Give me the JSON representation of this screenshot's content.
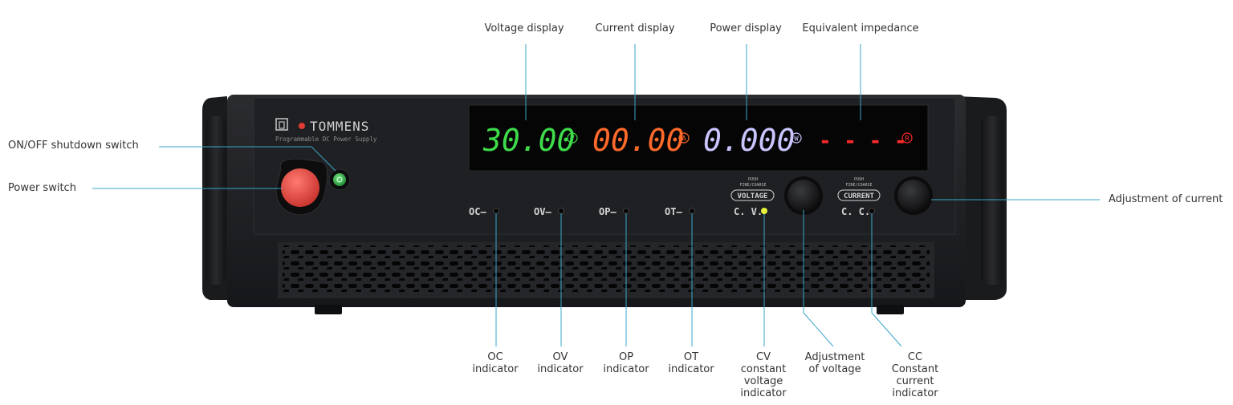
{
  "brand": {
    "name": "TOMMENS",
    "tagline": "Programmable DC Power Supply"
  },
  "displays": {
    "voltage": {
      "value": "30.00",
      "unit_symbol": "V",
      "color": "#3fdc4a"
    },
    "current": {
      "value": "00.00",
      "unit_symbol": "A",
      "color": "#ff6a2a"
    },
    "power": {
      "value": "0.000",
      "unit_symbol": "W",
      "color": "#c9c6ff"
    },
    "impedance": {
      "value": "- - - -",
      "unit_symbol": "R",
      "color": "#ff2a2a"
    }
  },
  "indicators": {
    "oc": "OC—",
    "ov": "OV—",
    "op": "OP—",
    "ot": "OT—",
    "cv": "C. V.",
    "cc": "C. C."
  },
  "knobs": {
    "voltage": {
      "push_text": "PUSH",
      "mode_text": "FINE/COARSE",
      "badge": "VOLTAGE"
    },
    "current": {
      "push_text": "PUSH",
      "mode_text": "FINE/COARSE",
      "badge": "CURRENT"
    }
  },
  "callouts": {
    "voltage_display": "Voltage display",
    "current_display": "Current display",
    "power_display": "Power display",
    "equivalent_impedance": "Equivalent impedance",
    "onoff_switch": "ON/OFF shutdown switch",
    "power_switch": "Power switch",
    "adjust_current": "Adjustment of current",
    "oc_indicator": [
      "OC",
      "indicator"
    ],
    "ov_indicator": [
      "OV",
      "indicator"
    ],
    "op_indicator": [
      "OP",
      "indicator"
    ],
    "ot_indicator": [
      "OT",
      "indicator"
    ],
    "cv_indicator": [
      "CV",
      "constant",
      "voltage",
      "indicator"
    ],
    "adjust_voltage": [
      "Adjustment",
      "of voltage"
    ],
    "cc_indicator": [
      "CC",
      "Constant",
      "current",
      "indicator"
    ]
  },
  "colors": {
    "leader_line": "#3aa6c8",
    "chassis": "#1e1f21",
    "cv_led": "#e8f23a",
    "power_button": "#e2453f",
    "onoff_button": "#2fb24a"
  }
}
